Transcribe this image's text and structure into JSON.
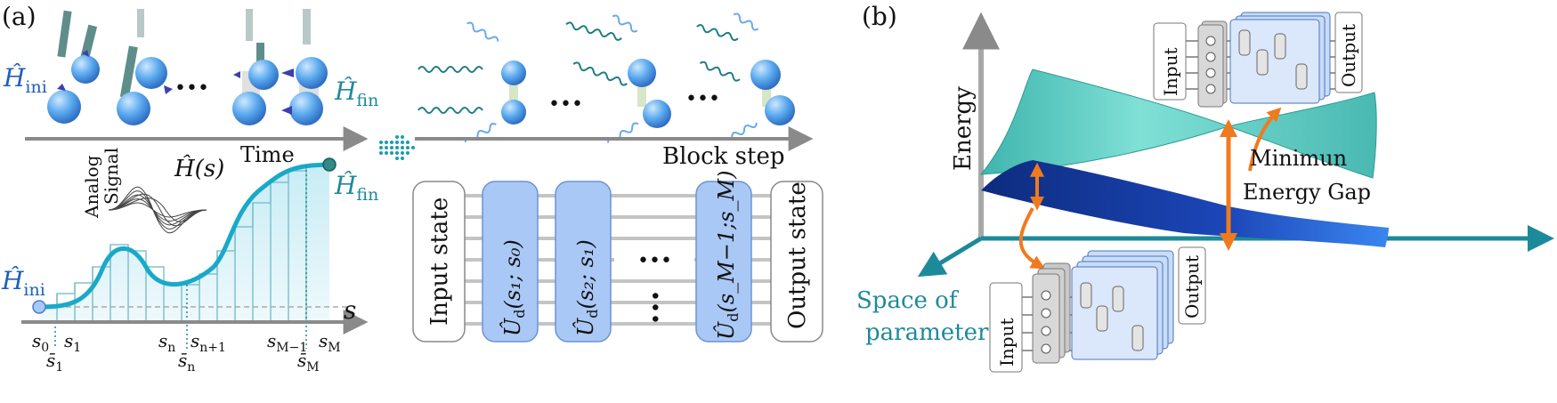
{
  "panel_a": {
    "label": "(a)",
    "h_ini": "Ĥ",
    "h_ini_sub": "ini",
    "h_fin": "Ĥ",
    "h_fin_sub": "fin",
    "time_label": "Time",
    "block_step_label": "Block step",
    "analog_line1": "Analog",
    "analog_line2": "Signal",
    "hs_label": "Ĥ(s)",
    "s_axis": "s",
    "ticks": [
      {
        "main": "s",
        "sub": "0"
      },
      {
        "main": "s",
        "sub": "1"
      },
      {
        "main": "s",
        "sub": "n"
      },
      {
        "main": "s",
        "sub": "n+1"
      },
      {
        "main": "s",
        "sub": "M−1"
      },
      {
        "main": "s",
        "sub": "M"
      }
    ],
    "bar_ticks": [
      {
        "main": "s̄",
        "sub": "1"
      },
      {
        "main": "s̄",
        "sub": "n"
      },
      {
        "main": "s̄",
        "sub": "M"
      }
    ],
    "circuit": {
      "input": "Input state",
      "output": "Output state",
      "gates": [
        {
          "op": "Û",
          "sub": "d",
          "args": "(s₁; s₀)"
        },
        {
          "op": "Û",
          "sub": "d",
          "args": "(s₂; s₁)"
        },
        {
          "op": "Û",
          "sub": "d",
          "args": "(s_M−1;s_M)"
        }
      ],
      "ellipsis": "···"
    },
    "dots": "•••"
  },
  "panel_b": {
    "label": "(b)",
    "energy_label": "Energy",
    "gap_line1": "Minimun",
    "gap_line2": "Energy Gap",
    "space_line1": "Space of",
    "space_line2": "parameters",
    "nn_input": "Input",
    "nn_output": "Output"
  },
  "colors": {
    "teal": "#1d8a9a",
    "blue": "#1f5fb8",
    "sphere": "#5aa9ee",
    "curve": "#19a9c9",
    "gate": "#a9c8f5",
    "orange": "#f07a1e",
    "upper_surface": "#5ec8c0",
    "lower_surface": "#1c46b8"
  }
}
